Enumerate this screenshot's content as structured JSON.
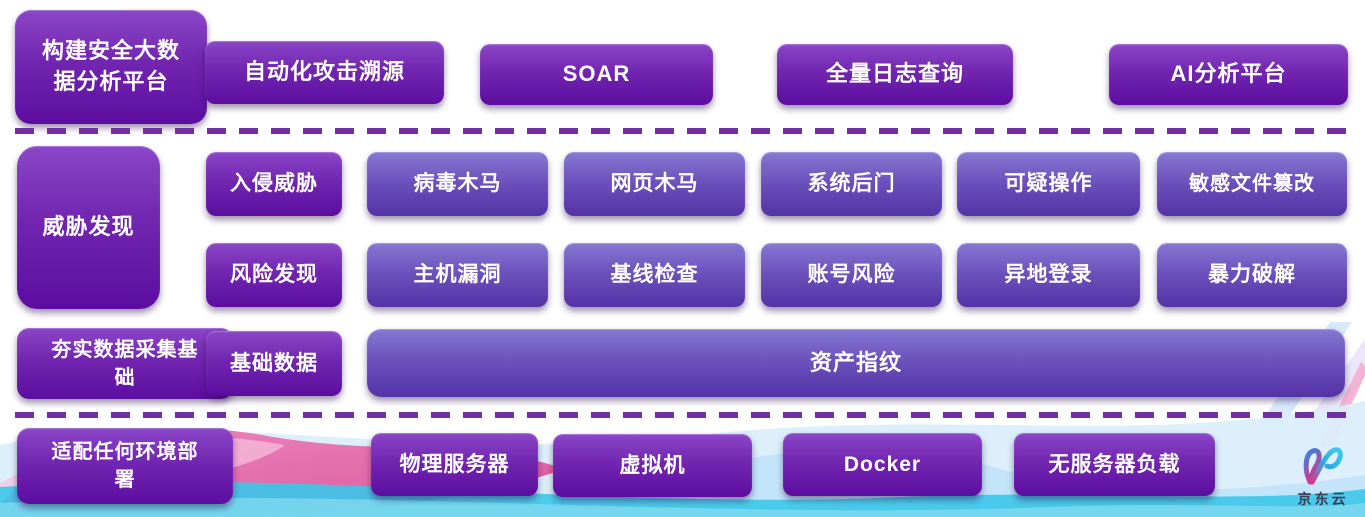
{
  "palette": {
    "box_dark_top": "#8b46c8",
    "box_dark_bottom": "#5c0da0",
    "box_blue_top": "#8678d3",
    "box_blue_bottom": "#5433a6",
    "dash_color": "#7030a0",
    "box_text_color": "#ffffff",
    "logo_text_color": "#3b3b52",
    "wave_pink": "#e8519b",
    "wave_cyan": "#3cc6e8",
    "wave_light_blue": "#cfe9fb"
  },
  "row_platform": {
    "label": "构建安全大数据分析平台",
    "items": [
      "自动化攻击溯源",
      "SOAR",
      "全量日志查询",
      "AI分析平台"
    ]
  },
  "row_threat": {
    "label": "威胁发现",
    "intrusion": [
      "入侵威胁",
      "病毒木马",
      "网页木马",
      "系统后门",
      "可疑操作",
      "敏感文件篡改"
    ],
    "risk": [
      "风险发现",
      "主机漏洞",
      "基线检查",
      "账号风险",
      "异地登录",
      "暴力破解"
    ]
  },
  "row_data": {
    "label": "夯实数据采集基础",
    "items": [
      "基础数据",
      "资产指纹"
    ]
  },
  "row_deploy": {
    "label": "适配任何环境部署",
    "items": [
      "物理服务器",
      "虚拟机",
      "Docker",
      "无服务器负载"
    ]
  },
  "logo": {
    "brand": "京东云",
    "icon": "jd-cloud-n-icon"
  }
}
